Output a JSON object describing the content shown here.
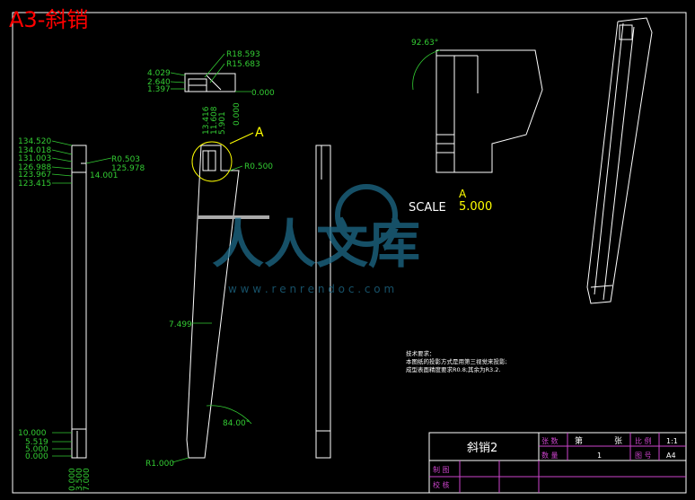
{
  "sheet": {
    "title": "A3-斜销",
    "watermark_text": "人人文库",
    "watermark_url": "w w w . r e n r e n d o c . c o m"
  },
  "dims_left": [
    "134.520",
    "134.018",
    "131.003",
    "126.988",
    "123.967",
    "123.415",
    "R0.503",
    "125.978",
    "14.001"
  ],
  "dims_bottom_left": [
    "10.000",
    "5.519",
    "5.000",
    "0.000"
  ],
  "dims_bottom_vert": [
    "0.000",
    "3.500",
    "7.000"
  ],
  "dims_top": [
    "4.029",
    "2.640",
    "1.397",
    "R18.593",
    "R15.683",
    "0.000"
  ],
  "dims_top_vert": [
    "13.416",
    "11.608",
    "5.901",
    "0.000"
  ],
  "dims_main": [
    "R0.500",
    "7.499",
    "84.00°",
    "R1.000"
  ],
  "detail": {
    "label": "A",
    "scale_label": "SCALE",
    "scale_value": "5.000",
    "scale_letter": "A"
  },
  "angle_top": "92.63°",
  "notes": {
    "heading": "技术要求：",
    "line1": "本图纸的投影方式是用第三视觉来投影;",
    "line2": "成型表面精度要求R0.8;其余为R3.2."
  },
  "title_block": {
    "part_name": "斜销2",
    "sheets_label": "张 数",
    "page_label": "第",
    "page_unit": "张",
    "scale_label": "比 例",
    "scale_value": "1:1",
    "qty_label": "数 量",
    "qty_value": "1",
    "drawing_no_label": "图 号",
    "drawing_no_value": "A4",
    "drawn_label": "制 图",
    "checked_label": "校 核"
  },
  "colors": {
    "line": "#ffffff",
    "dim": "#33cc33",
    "title": "#ff0000",
    "label": "#ffff00",
    "block": "#cc44cc",
    "watermark": "#1e6b8a"
  }
}
